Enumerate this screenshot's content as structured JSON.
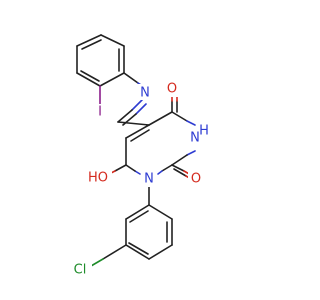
{
  "atoms": {
    "imine_n": "N",
    "ring_nh": "H",
    "ring_n1": "N",
    "iodo": "I",
    "carbonyl_o4": "O",
    "carbonyl_o2": "O",
    "hydroxyl": "HO",
    "chloro": "Cl"
  },
  "colors": {
    "bond": "#222222",
    "nitrogen": "#2e3cd2",
    "oxygen": "#d42a1e",
    "iodine": "#8a1d8a",
    "chlorine": "#1e8c2a"
  }
}
